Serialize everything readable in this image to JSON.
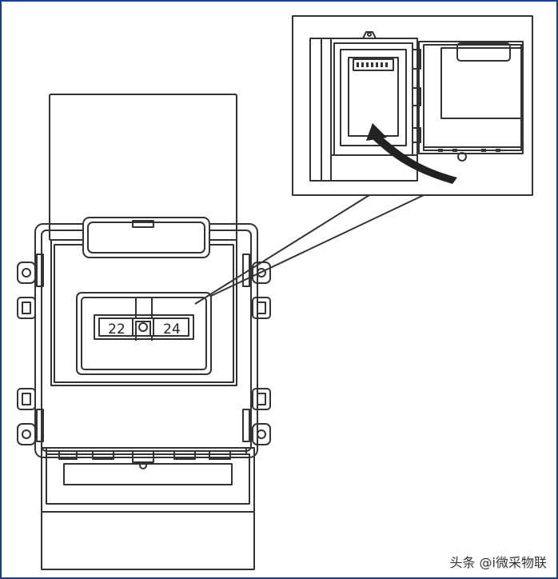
{
  "diagram": {
    "counter": {
      "left_digits": "22",
      "right_digits": "24"
    },
    "inset_counter_digits": "......",
    "watermark": "头条 @i微采物联",
    "colors": {
      "frame_border": "#1a3e8a",
      "stroke": "#333333",
      "background": "#ffffff"
    }
  }
}
